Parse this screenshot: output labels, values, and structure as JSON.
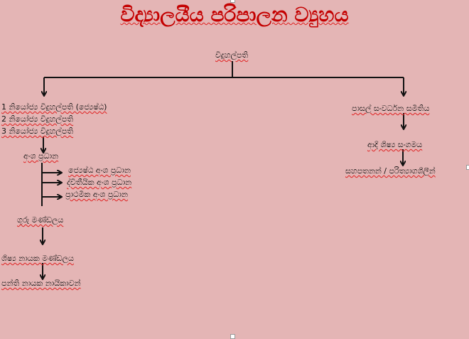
{
  "title": "විද්‍යාලයීය පරිපාලන ව්‍යුහය",
  "principal": "විදුහල්පති",
  "left_branch": {
    "deputies": [
      "1 නියෝජ්‍ය විදුහල්පති (ජ්‍යෙෂ්ඨ)",
      "2 නියෝජ්‍ය විදුහල්පති",
      "3 නියෝජ්‍ය විදුහල්පති"
    ],
    "section_heads": "අංශ ප්‍රධාන",
    "sections": [
      "ජ්‍යෙෂ්ඨ අංශ ප්‍රධාන",
      "ද්විතීයික අංශ ප්‍රධාන",
      "ප්‍රාථමික අංශ ප්‍රධාන"
    ],
    "teachers": "ගුරු මණ්ඩලය",
    "prefects": "ශිෂ්‍ය නායක මණ්ඩලය",
    "class_monitors": "පන්ති නායක නායිකාවන්"
  },
  "right_branch": {
    "sdc": "පාසල් සංවර්ධන සමිතිය",
    "oba": "ආදි ශිෂ්‍ය සංගමය",
    "supporters": "සහපතනන් / පරිත්‍යාගශීලීන්"
  }
}
